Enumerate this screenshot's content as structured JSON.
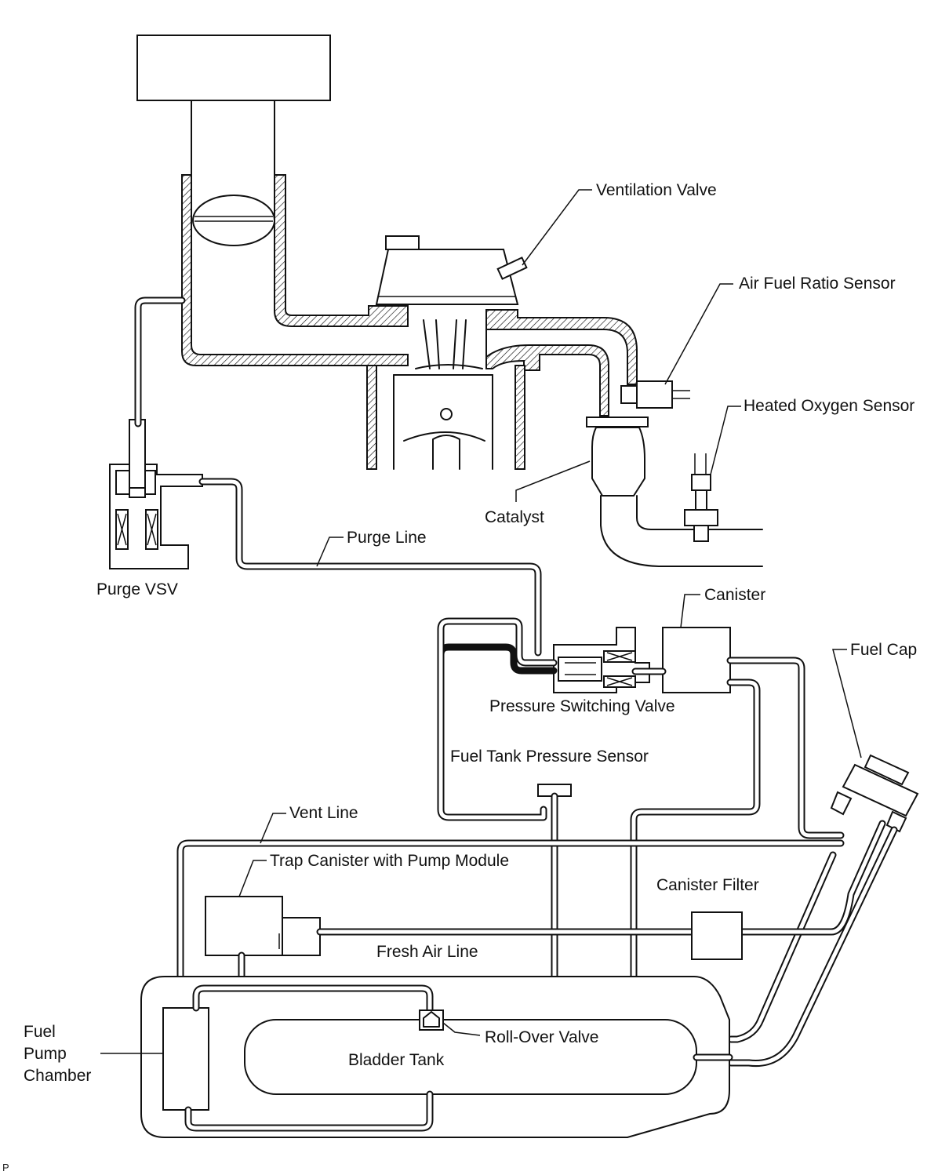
{
  "labels": {
    "ventilation_valve": "Ventilation Valve",
    "air_fuel_ratio_sensor": "Air Fuel Ratio Sensor",
    "heated_oxygen_sensor": "Heated Oxygen Sensor",
    "catalyst": "Catalyst",
    "purge_line": "Purge Line",
    "purge_vsv": "Purge VSV",
    "canister": "Canister",
    "fuel_cap": "Fuel Cap",
    "pressure_switching_valve": "Pressure Switching Valve",
    "fuel_tank_pressure_sensor": "Fuel Tank Pressure Sensor",
    "vent_line": "Vent Line",
    "trap_canister": "Trap Canister with Pump Module",
    "canister_filter": "Canister Filter",
    "fresh_air_line": "Fresh Air Line",
    "roll_over_valve": "Roll-Over Valve",
    "bladder_tank": "Bladder Tank",
    "fuel_pump_chamber_line1": "Fuel",
    "fuel_pump_chamber_line2": "Pump",
    "fuel_pump_chamber_line3": "Chamber"
  },
  "figure_mark": "P"
}
